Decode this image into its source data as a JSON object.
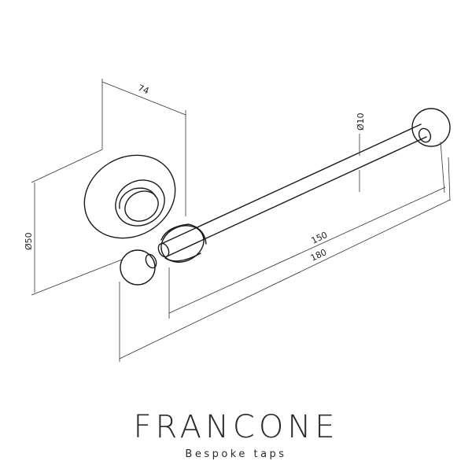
{
  "dimensions": {
    "depth": "74",
    "diameter_plate": "Ø50",
    "diameter_bar": "Ø10",
    "bar_length": "150",
    "overall_length": "180"
  },
  "brand": {
    "name": "FRANCONE",
    "tagline": "Bespoke taps"
  }
}
